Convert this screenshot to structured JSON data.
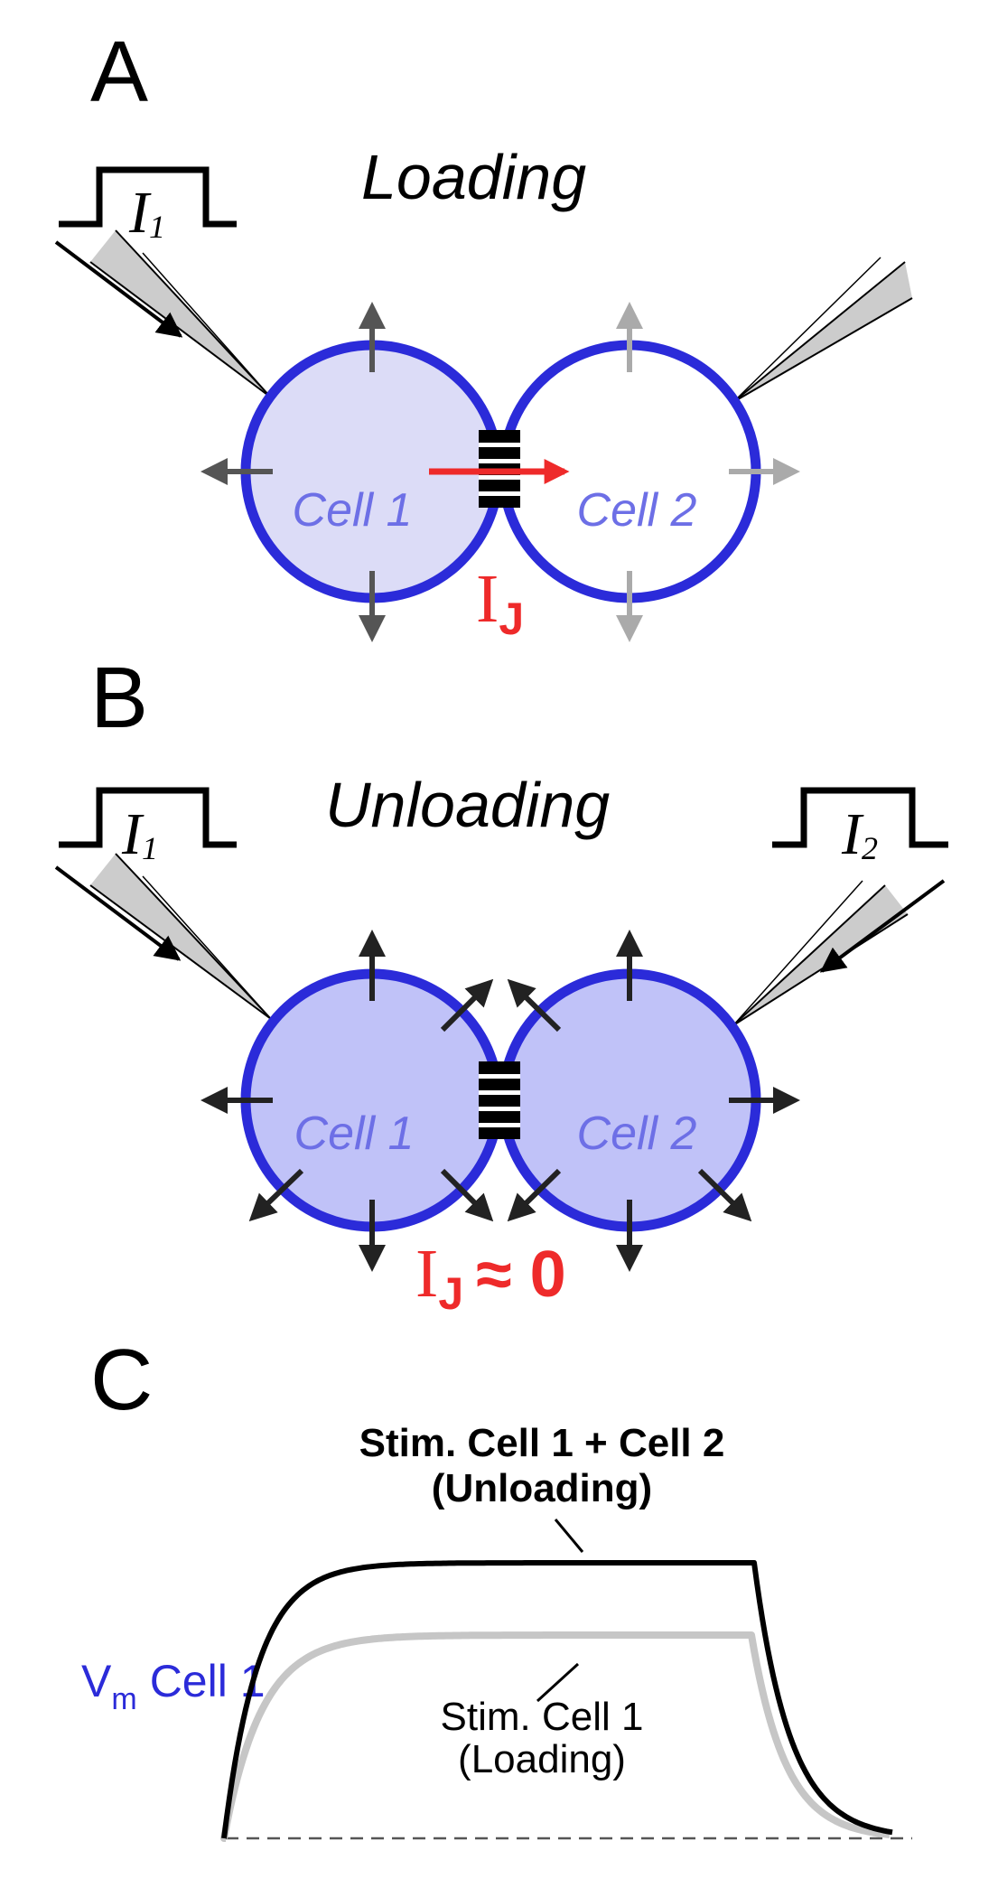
{
  "colors": {
    "membrane": "#2b2bd9",
    "cell_fill_a": "#dcdcf7",
    "cell_fill_b": "#c0c2f8",
    "cell_label": "#6d6fe6",
    "junction_current": "#ee2a2a",
    "arrow_dark": "#555555",
    "arrow_light": "#aaaaaa",
    "arrow_black": "#222222",
    "loading_trace": "#c6c6c6",
    "unloading_trace": "#000000"
  },
  "panel_a": {
    "letter": "A",
    "title": "Loading",
    "cell1_label": "Cell 1",
    "cell2_label": "Cell 2",
    "stim_label": "I",
    "stim_subscript": "1",
    "junction_current_label": "I",
    "junction_current_subscript": "J"
  },
  "panel_b": {
    "letter": "B",
    "title": "Unloading",
    "cell1_label": "Cell 1",
    "cell2_label": "Cell 2",
    "stim1_label": "I",
    "stim1_subscript": "1",
    "stim2_label": "I",
    "stim2_subscript": "2",
    "junction_current_label": "I",
    "junction_current_subscript": "J",
    "junction_current_value": "≈ 0"
  },
  "panel_c": {
    "letter": "C",
    "vm_label": "V",
    "vm_subscript": "m",
    "vm_cell": "Cell 1",
    "unloading_label_line1": "Stim. Cell 1 + Cell 2",
    "unloading_label_line2": "(Unloading)",
    "loading_label_line1": "Stim. Cell 1",
    "loading_label_line2": "(Loading)"
  }
}
